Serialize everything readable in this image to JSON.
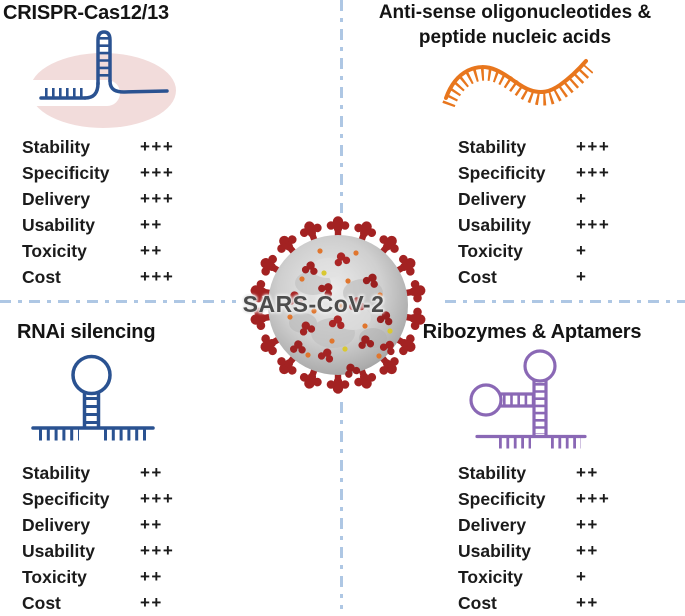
{
  "figure": {
    "background": "#ffffff",
    "divider_color": "#aec7e4",
    "center": {
      "virus_label": "SARS-CoV-2",
      "virus_icon": "sars-cov-2-virion-icon",
      "virus_colors": {
        "body": "#c9c9c9",
        "spikes": "#a32222",
        "dots_orange": "#e0762e",
        "dots_yellow": "#d9c832"
      }
    }
  },
  "quadrants": [
    {
      "id": "crispr",
      "title": "CRISPR-Cas12/13",
      "icon": "crispr-hairpin-icon",
      "accent": "#2a5291",
      "icon_bg": "#f2dcdb",
      "metrics": [
        {
          "label": "Stability",
          "value": "+++"
        },
        {
          "label": "Specificity",
          "value": "+++"
        },
        {
          "label": "Delivery",
          "value": "+++"
        },
        {
          "label": "Usability",
          "value": "++"
        },
        {
          "label": "Toxicity",
          "value": "++"
        },
        {
          "label": "Cost",
          "value": "+++"
        }
      ]
    },
    {
      "id": "aso",
      "title": "Anti-sense oligonucleotides &",
      "title2": "peptide nucleic acids",
      "icon": "antisense-strand-icon",
      "accent": "#e8761d",
      "metrics": [
        {
          "label": "Stability",
          "value": "+++"
        },
        {
          "label": "Specificity",
          "value": "+++"
        },
        {
          "label": "Delivery",
          "value": "+"
        },
        {
          "label": "Usability",
          "value": "+++"
        },
        {
          "label": "Toxicity",
          "value": "+"
        },
        {
          "label": "Cost",
          "value": "+"
        }
      ]
    },
    {
      "id": "rnai",
      "title": "RNAi silencing",
      "icon": "sirna-hairpin-icon",
      "accent": "#2a5291",
      "metrics": [
        {
          "label": "Stability",
          "value": "++"
        },
        {
          "label": "Specificity",
          "value": "+++"
        },
        {
          "label": "Delivery",
          "value": "++"
        },
        {
          "label": "Usability",
          "value": "+++"
        },
        {
          "label": "Toxicity",
          "value": "++"
        },
        {
          "label": "Cost",
          "value": "++"
        }
      ]
    },
    {
      "id": "ribozyme",
      "title": "Ribozymes & Aptamers",
      "icon": "ribozyme-aptamer-icon",
      "accent": "#8a68b5",
      "metrics": [
        {
          "label": "Stability",
          "value": "++"
        },
        {
          "label": "Specificity",
          "value": "+++"
        },
        {
          "label": "Delivery",
          "value": "++"
        },
        {
          "label": "Usability",
          "value": "++"
        },
        {
          "label": "Toxicity",
          "value": "+"
        },
        {
          "label": "Cost",
          "value": "++"
        }
      ]
    }
  ]
}
